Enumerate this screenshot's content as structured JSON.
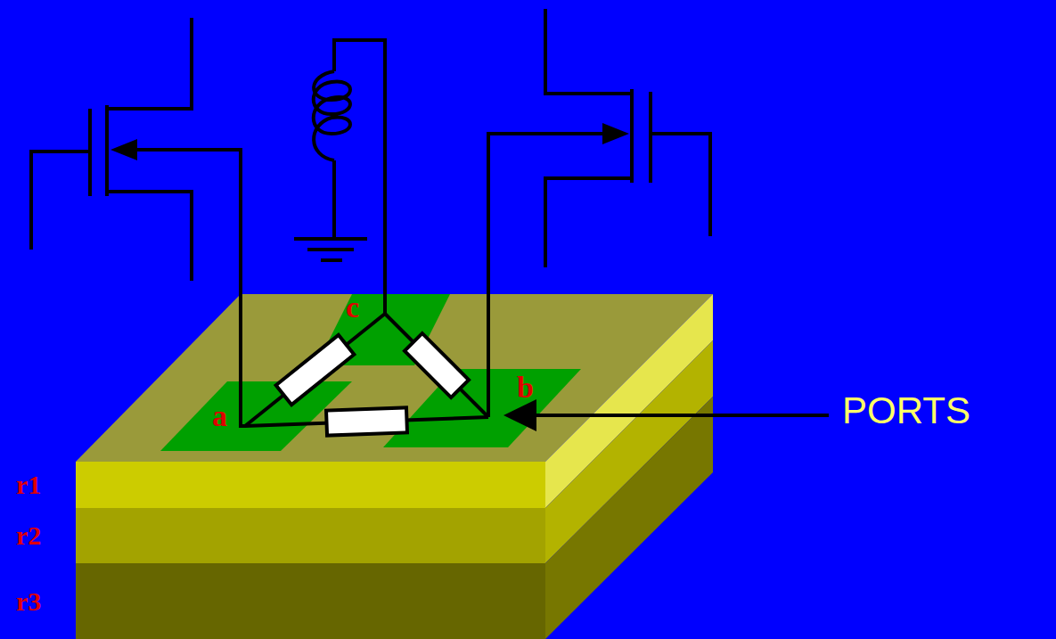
{
  "diagram": {
    "nodes": [
      {
        "text": [
          "c"
        ]
      },
      {
        "text": [
          "a"
        ]
      },
      {
        "text": [
          "b"
        ]
      },
      {
        "text": [
          "r1"
        ]
      },
      {
        "text": [
          "r2"
        ]
      },
      {
        "text": [
          "r3"
        ]
      }
    ],
    "edges": [
      {
        "from": 1,
        "to": 2,
        "arrow": "none"
      },
      {
        "from": 0,
        "to": 1,
        "arrow": "none"
      },
      {
        "from": 0,
        "to": 2,
        "arrow": "none"
      }
    ],
    "labels": [
      "PORTS"
    ]
  }
}
